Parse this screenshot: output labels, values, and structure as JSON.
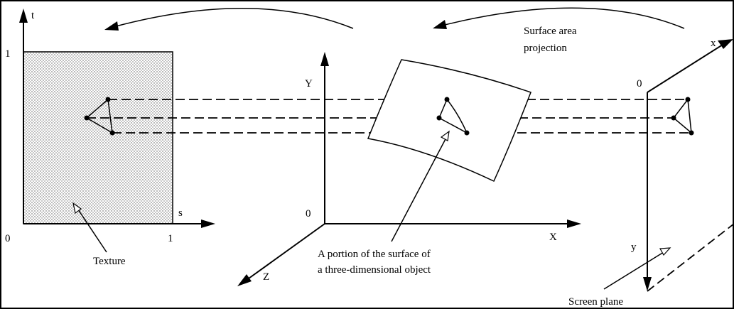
{
  "texture_panel": {
    "axis_t": "t",
    "axis_s": "s",
    "tick_t_1": "1",
    "tick_s_1": "1",
    "origin": "0",
    "caption": "Texture"
  },
  "world_panel": {
    "axis_y": "Y",
    "axis_x": "X",
    "axis_z": "Z",
    "origin": "0",
    "caption_line1": "A portion of the surface of",
    "caption_line2": "a three-dimensional object"
  },
  "screen_panel": {
    "axis_x": "x",
    "axis_y": "y",
    "origin": "0",
    "caption": "Screen plane"
  },
  "projection_label": {
    "line1": "Surface area",
    "line2": "projection"
  }
}
